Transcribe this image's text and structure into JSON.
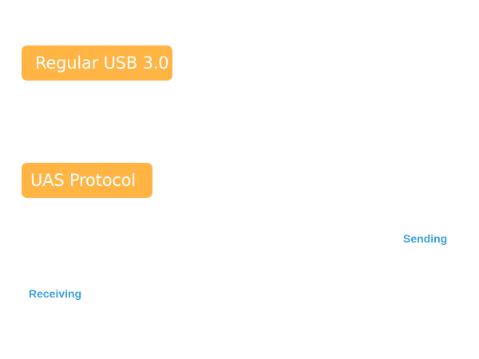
{
  "rows": {
    "usb": {
      "label": "Regular USB 3.0"
    },
    "uas": {
      "label": "UAS Protocol"
    }
  },
  "legend": {
    "sending": "Sending",
    "receiving": "Receiving"
  },
  "colors": {
    "badge_background": "#ffb444",
    "badge_text": "#ffffff",
    "legend_text": "#3aa0dc"
  }
}
